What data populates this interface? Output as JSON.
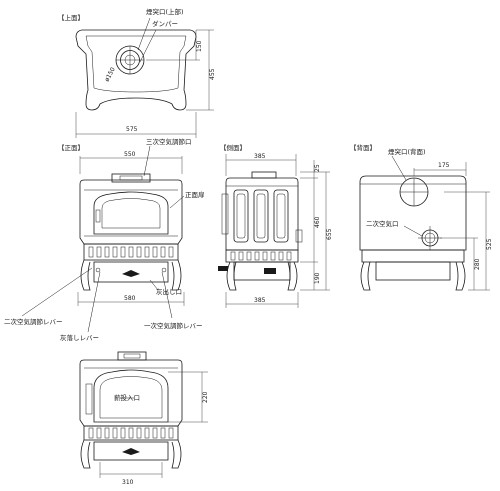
{
  "views": {
    "top": "【上面】",
    "front": "【正面】",
    "side": "【側面】",
    "back": "【背面】"
  },
  "labels": {
    "flue_top": "煙突口(上部)",
    "damper": "ダンパー",
    "diameter": "ø150",
    "secondary_air_top": "三次空気調節口",
    "front_door": "正面扉",
    "ash_outlet": "灰出し口",
    "flue_back": "煙突口(背面)",
    "secondary_air_back": "二次空気口",
    "secondary_lever_left": "二次空気調節レバー",
    "primary_lever": "一次空気調節レバー",
    "ash_lever": "灰落しレバー",
    "fuel_inlet": "薪投入口"
  },
  "dims": {
    "top_depth_150": "150",
    "top_depth_455": "455",
    "top_width": "575",
    "front_width_top": "550",
    "front_width_bottom": "580",
    "side_width_top": "385",
    "side_width_bottom": "385",
    "side_25": "25",
    "side_460": "460",
    "side_190": "190",
    "side_655": "655",
    "back_175": "175",
    "back_525": "525",
    "back_280": "280",
    "door_220": "220",
    "door_310": "310"
  }
}
